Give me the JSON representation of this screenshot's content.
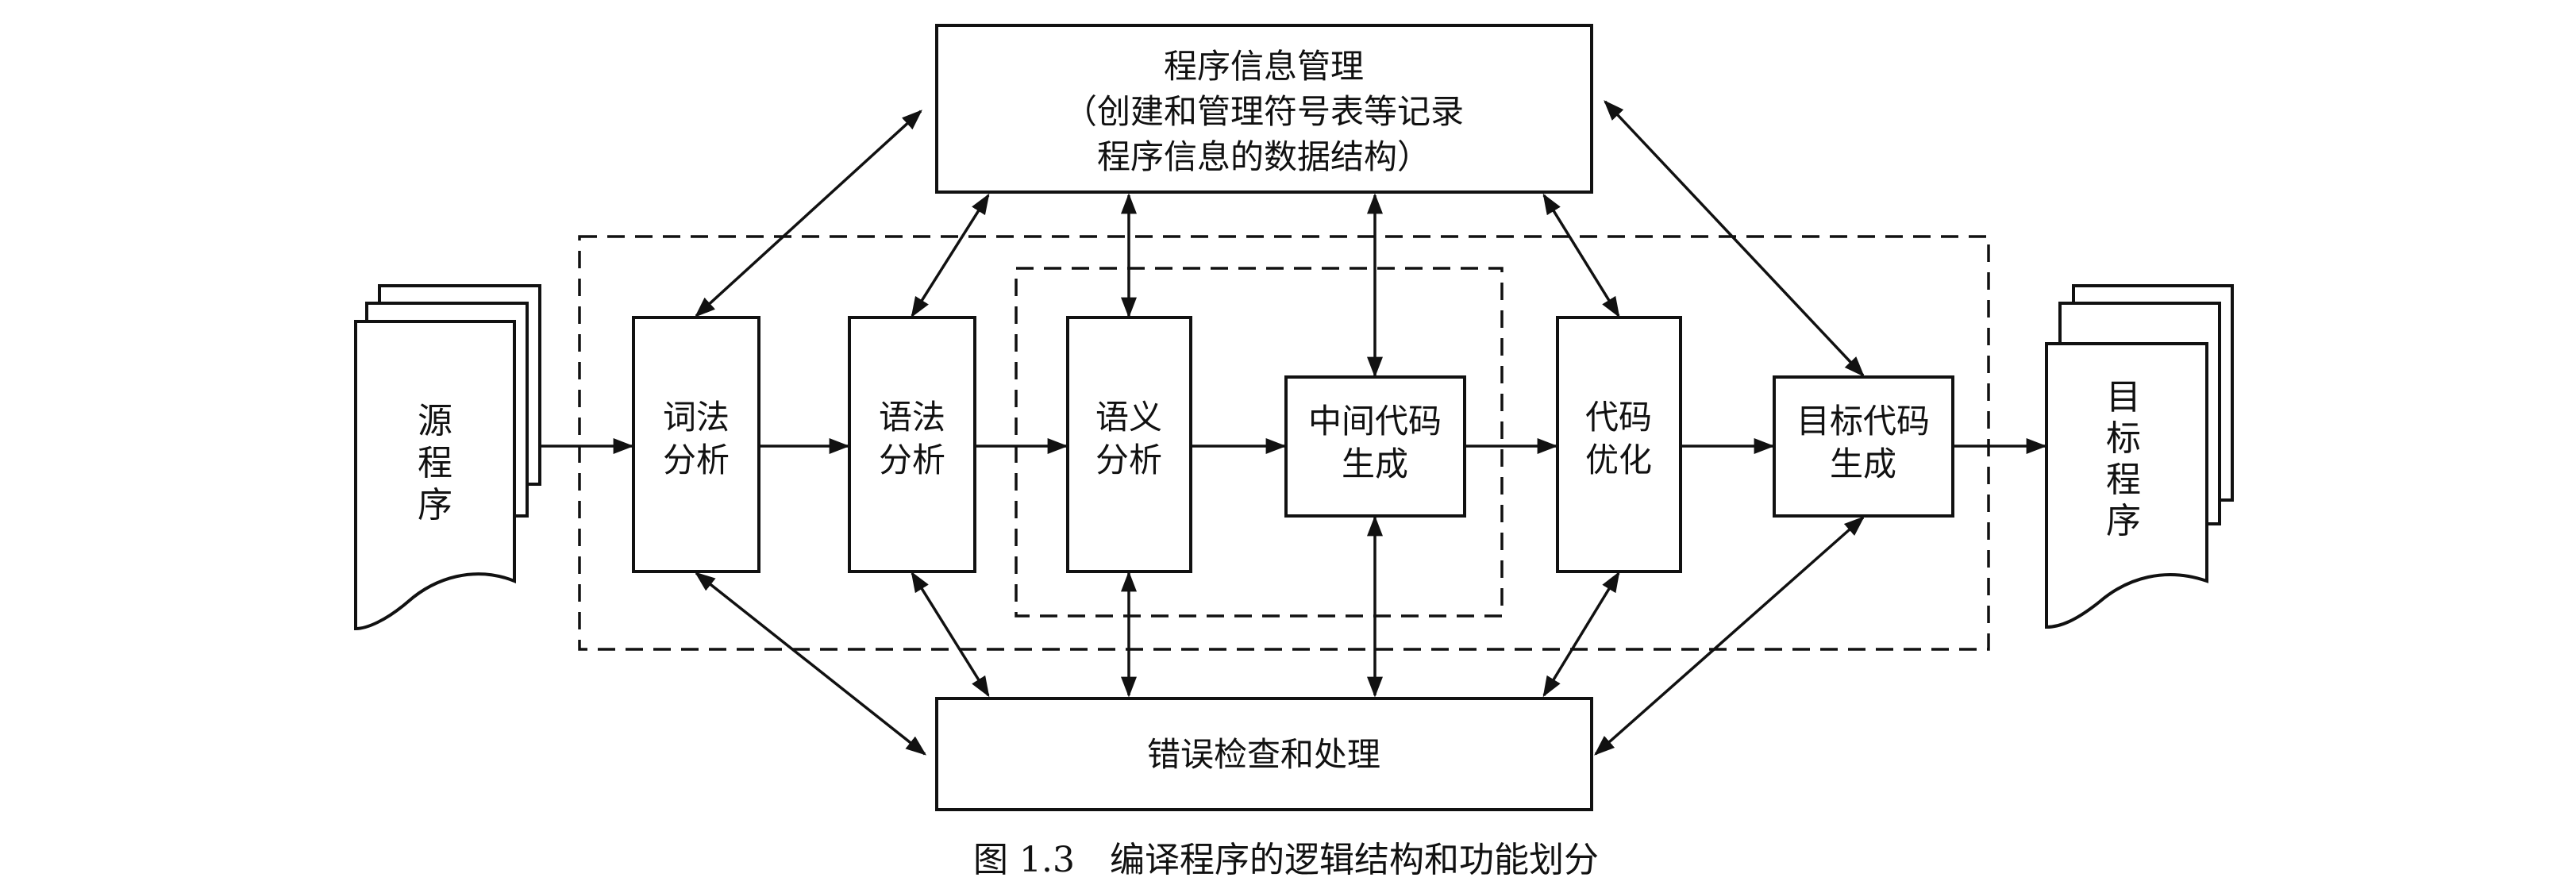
{
  "top_box": {
    "lines": [
      "程序信息管理",
      "（创建和管理符号表等记录",
      "程序信息的数据结构）"
    ]
  },
  "bottom_box": {
    "label": "错误检查和处理"
  },
  "source": {
    "chars": [
      "源",
      "程",
      "序"
    ]
  },
  "target": {
    "chars": [
      "目",
      "标",
      "程",
      "序"
    ]
  },
  "stages": [
    {
      "lines": [
        "词法",
        "分析"
      ]
    },
    {
      "lines": [
        "语法",
        "分析"
      ]
    },
    {
      "lines": [
        "语义",
        "分析"
      ]
    },
    {
      "lines": [
        "中间代码",
        "生成"
      ]
    },
    {
      "lines": [
        "代码",
        "优化"
      ]
    },
    {
      "lines": [
        "目标代码",
        "生成"
      ]
    }
  ],
  "caption": "图 1.3　编译程序的逻辑结构和功能划分"
}
